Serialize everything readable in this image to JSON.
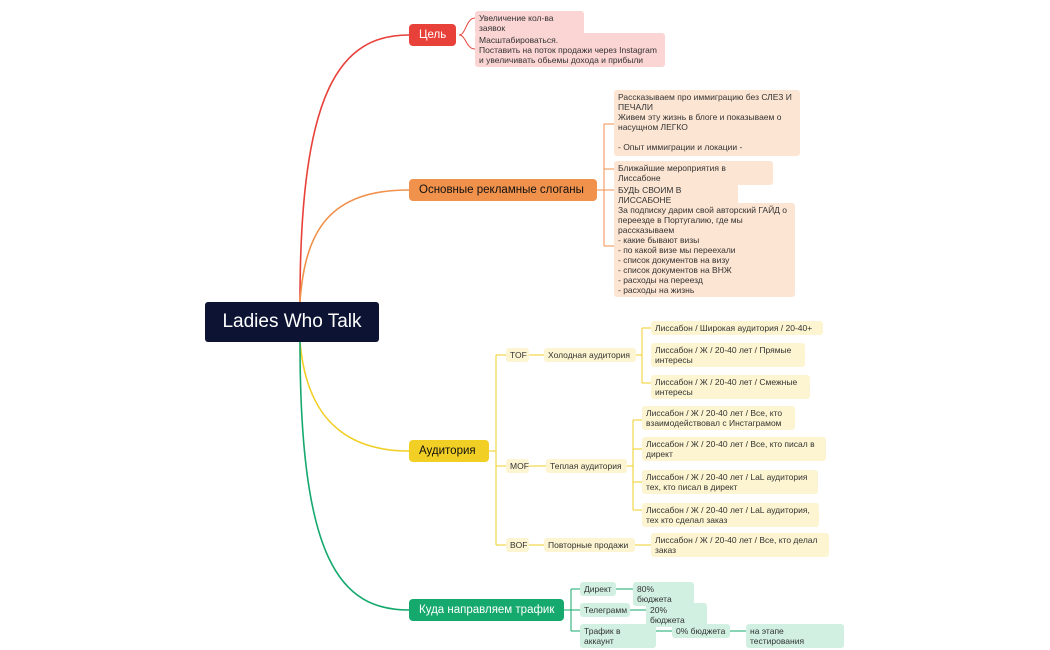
{
  "root": "Ladies Who Talk",
  "goal": {
    "title": "Цель",
    "items": [
      "Увеличение кол-ва заявок",
      "Масштабироваться.\nПоставить на поток продажи через Instagram\nи увеличивать обьемы дохода и прибыли"
    ]
  },
  "slogans": {
    "title": "Основные рекламные слоганы",
    "items": [
      "Рассказываем про иммиграцию без СЛЕЗ И\nПЕЧАЛИ\nЖивем эту жизнь в блоге и показываем о\nнасущном ЛЕГКО\n\n- Опыт иммиграции и локации -",
      "Ближайшие мероприятия в Лиссабоне",
      "БУДЬ СВОИМ В ЛИССАБОНЕ",
      "За подписку дарим свой авторский ГАЙД о\nпереезде в Португалию, где мы\nрассказываем\n- какие бывают визы\n- по какой визе мы переехали\n- список документов на визу\n- список документов на ВНЖ\n- расходы на переезд\n- расходы на жизнь"
    ]
  },
  "audience": {
    "title": "Аудитория",
    "tof": {
      "label": "TOF",
      "segment": "Холодная аудитория",
      "items": [
        "Лиссабон / Широкая аудитория / 20-40+",
        "Лиссабон / Ж /  20-40 лет / Прямые\nинтересы",
        "Лиссабон / Ж / 20-40 лет /  Смежные\nинтересы"
      ]
    },
    "mof": {
      "label": "MOF",
      "segment": "Теплая аудитория",
      "items": [
        "Лиссабон / Ж / 20-40 лет / Все, кто\nвзаимодействовал с Инстаграмом",
        "Лиссабон / Ж / 20-40 лет / Все, кто писал в\nдирект",
        "Лиссабон / Ж / 20-40 лет / LaL аудитория\nтех, кто писал в директ",
        "Лиссабон / Ж / 20-40 лет / LaL аудитория,\nтех кто сделал заказ"
      ]
    },
    "bof": {
      "label": "BOF",
      "segment": "Повторные продажи",
      "items": [
        "Лиссабон / Ж / 20-40 лет / Все, кто делал\nзаказ"
      ]
    }
  },
  "traffic": {
    "title": "Куда направляем трафик",
    "rows": [
      {
        "channel": "Директ",
        "budget": "80% бюджета"
      },
      {
        "channel": "Телеграмм",
        "budget": "20% бюджета"
      },
      {
        "channel": "Трафик в аккаунт",
        "budget": "0% бюджета",
        "note": "на этапе тестирования"
      }
    ]
  },
  "colors": {
    "goal": "#e8413a",
    "slogans": "#f0914c",
    "audience": "#f1cf25",
    "traffic": "#16a96e",
    "root": "#0d1433"
  }
}
